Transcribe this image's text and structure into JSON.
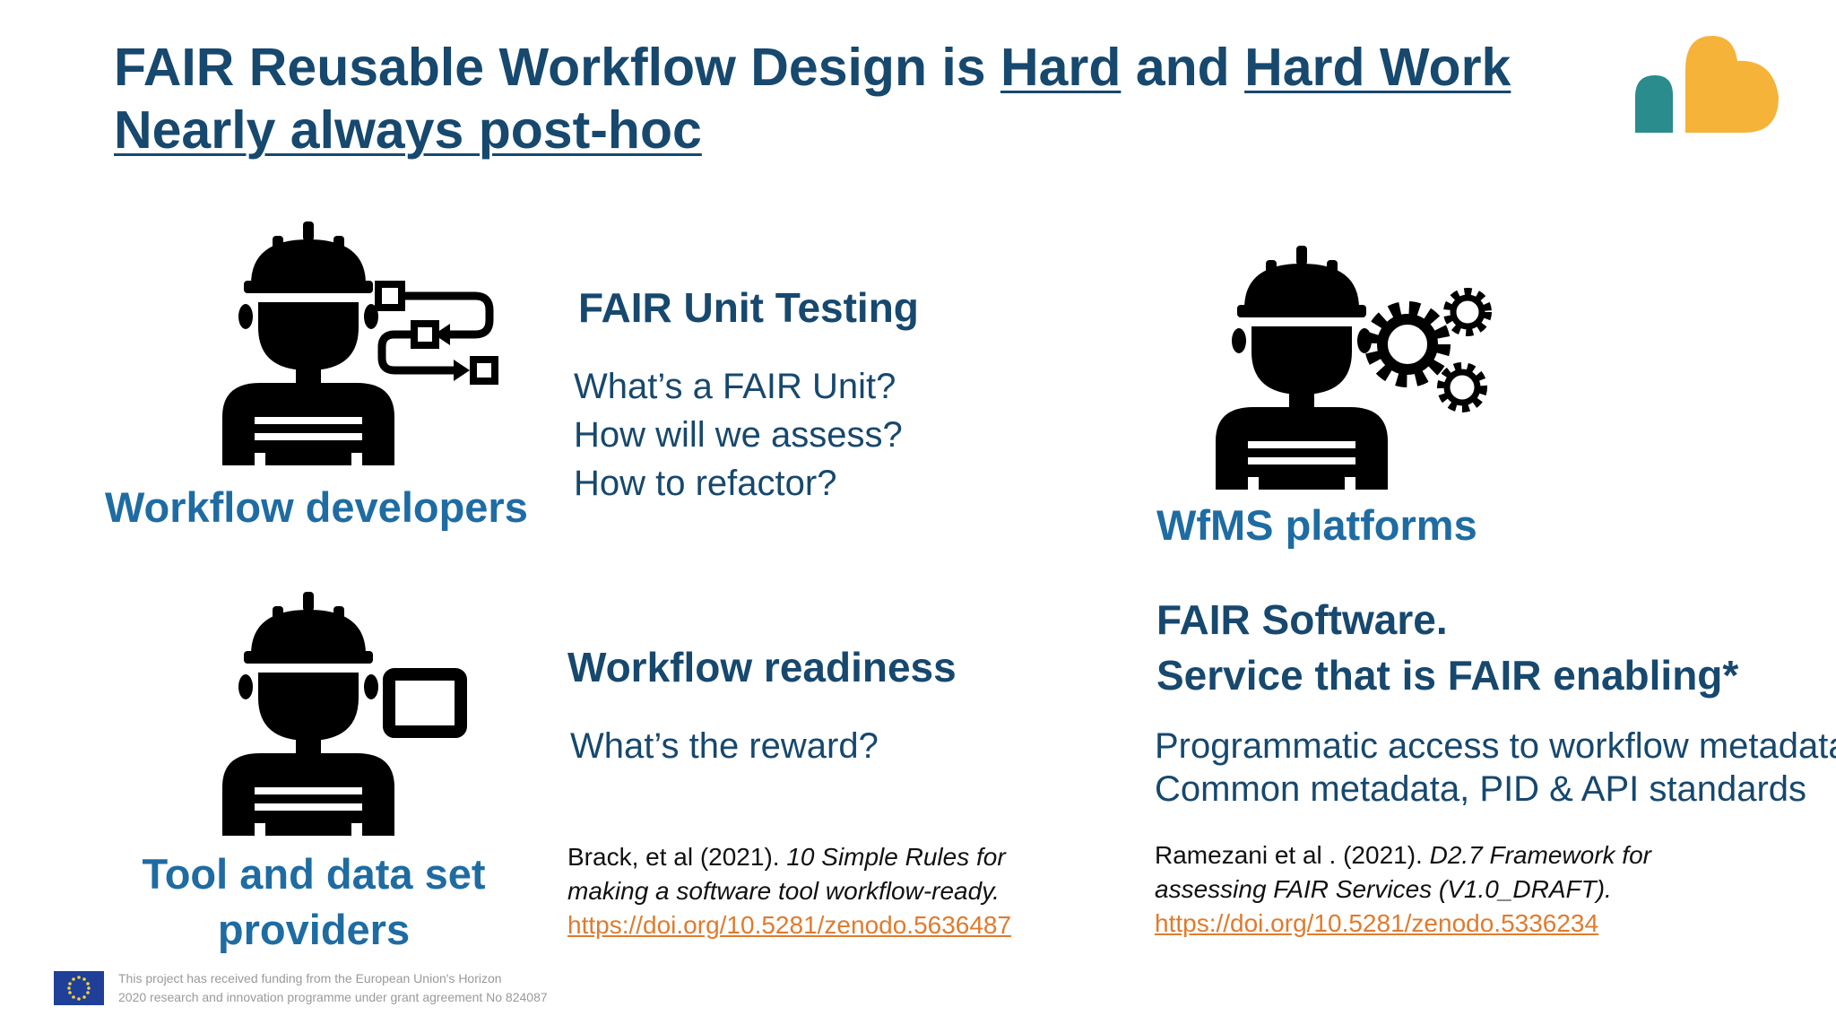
{
  "title": {
    "part1": "FAIR Reusable Workflow Design is ",
    "hard1": "Hard",
    "mid": " and ",
    "hard2": "Hard Work",
    "line2": "Nearly always post-hoc"
  },
  "roles": {
    "developers": "Workflow developers",
    "wfms": "WfMS platforms",
    "providers_line1": "Tool and data set",
    "providers_line2": "providers"
  },
  "unit_testing": {
    "heading": "FAIR Unit Testing",
    "lines": [
      "What’s a FAIR Unit?",
      "How will we assess?",
      "How to refactor?"
    ]
  },
  "readiness": {
    "heading": "Workflow readiness",
    "line": "What’s the reward?"
  },
  "fair_software": {
    "heading1": "FAIR Software.",
    "heading2": "Service that is FAIR enabling*",
    "lines": [
      "Programmatic access to workflow metadata",
      "Common metadata, PID & API standards"
    ]
  },
  "citation_left": {
    "authors": "Brack, et al (2021). ",
    "title_part1": "10 Simple Rules for",
    "title_part2": "making a software tool workflow-ready.",
    "link": "https://doi.org/10.5281/zenodo.5636487"
  },
  "citation_right": {
    "authors": "Ramezani et al . (2021). ",
    "title_part1": "D2.7 Framework for",
    "title_part2": "assessing FAIR Services (V1.0_DRAFT).",
    "link": "https://doi.org/10.5281/zenodo.5336234"
  },
  "funding": {
    "line1": "This project has received funding from the European Union's Horizon",
    "line2": "2020 research and innovation programme under grant agreement No 824087"
  },
  "icons": {
    "logo": "heart-cloud-logo",
    "developer": "worker-flowchart-icon",
    "wfms": "worker-gears-icon",
    "provider": "worker-tool-icon"
  },
  "colors": {
    "title": "#17486e",
    "role": "#1f6ca3",
    "link": "#e07b2e",
    "logo_teal": "#2a8c8c",
    "logo_orange": "#f5b33a"
  }
}
